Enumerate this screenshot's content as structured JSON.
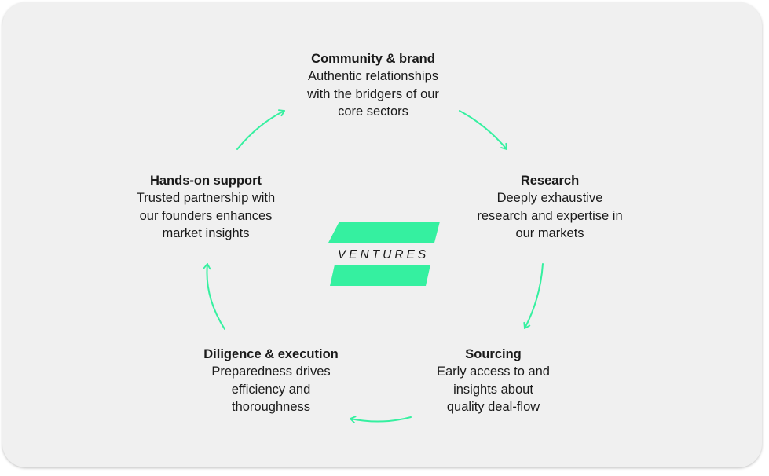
{
  "diagram": {
    "accent_color": "#35f0a0",
    "logo": {
      "text": "VENTURES"
    },
    "nodes": [
      {
        "title": "Community & brand",
        "desc": "Authentic relationships\nwith the bridgers of our\ncore sectors"
      },
      {
        "title": "Research",
        "desc": "Deeply exhaustive\nresearch and expertise in\nour markets"
      },
      {
        "title": "Sourcing",
        "desc": "Early access to and\ninsights about\nquality deal-flow"
      },
      {
        "title": "Diligence & execution",
        "desc": "Preparedness drives\nefficiency and\nthoroughness"
      },
      {
        "title": "Hands-on support",
        "desc": "Trusted partnership with\nour founders enhances\nmarket insights"
      }
    ],
    "edges": [
      {
        "from": "Community & brand",
        "to": "Research"
      },
      {
        "from": "Research",
        "to": "Sourcing"
      },
      {
        "from": "Sourcing",
        "to": "Diligence & execution"
      },
      {
        "from": "Diligence & execution",
        "to": "Hands-on support"
      },
      {
        "from": "Hands-on support",
        "to": "Community & brand"
      }
    ]
  }
}
